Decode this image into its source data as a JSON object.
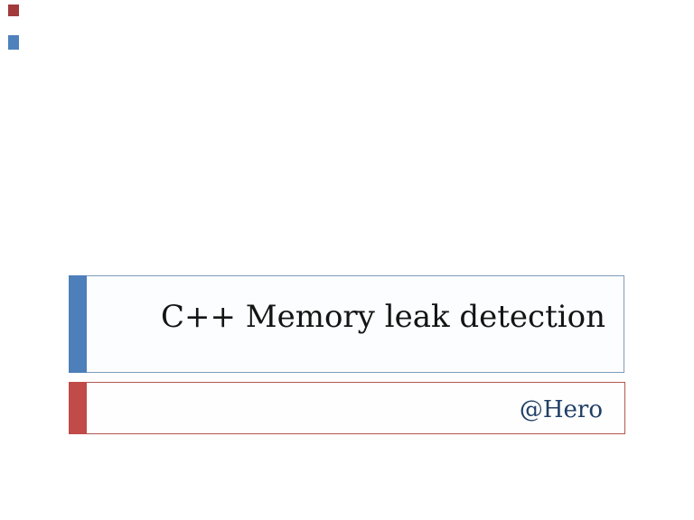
{
  "slide": {
    "title": "C++ Memory leak detection",
    "author": "@Hero"
  },
  "colors": {
    "accent_blue": "#4d7fba",
    "accent_red": "#c04b48",
    "border_blue": "#7e9cba",
    "border_red": "#b25855",
    "title_text": "#141414",
    "author_text": "#1f3f66",
    "corner_square_red": "#a23a3c",
    "corner_square_blue": "#4f81bd",
    "slide_background": "#ffffff",
    "title_box_fill": "#fcfdfe",
    "subtitle_box_fill": "#fffefe"
  },
  "decorations": {
    "corner_squares": [
      {
        "name": "red-square",
        "color": "#a23a3c"
      },
      {
        "name": "blue-square",
        "color": "#4f81bd"
      }
    ]
  }
}
